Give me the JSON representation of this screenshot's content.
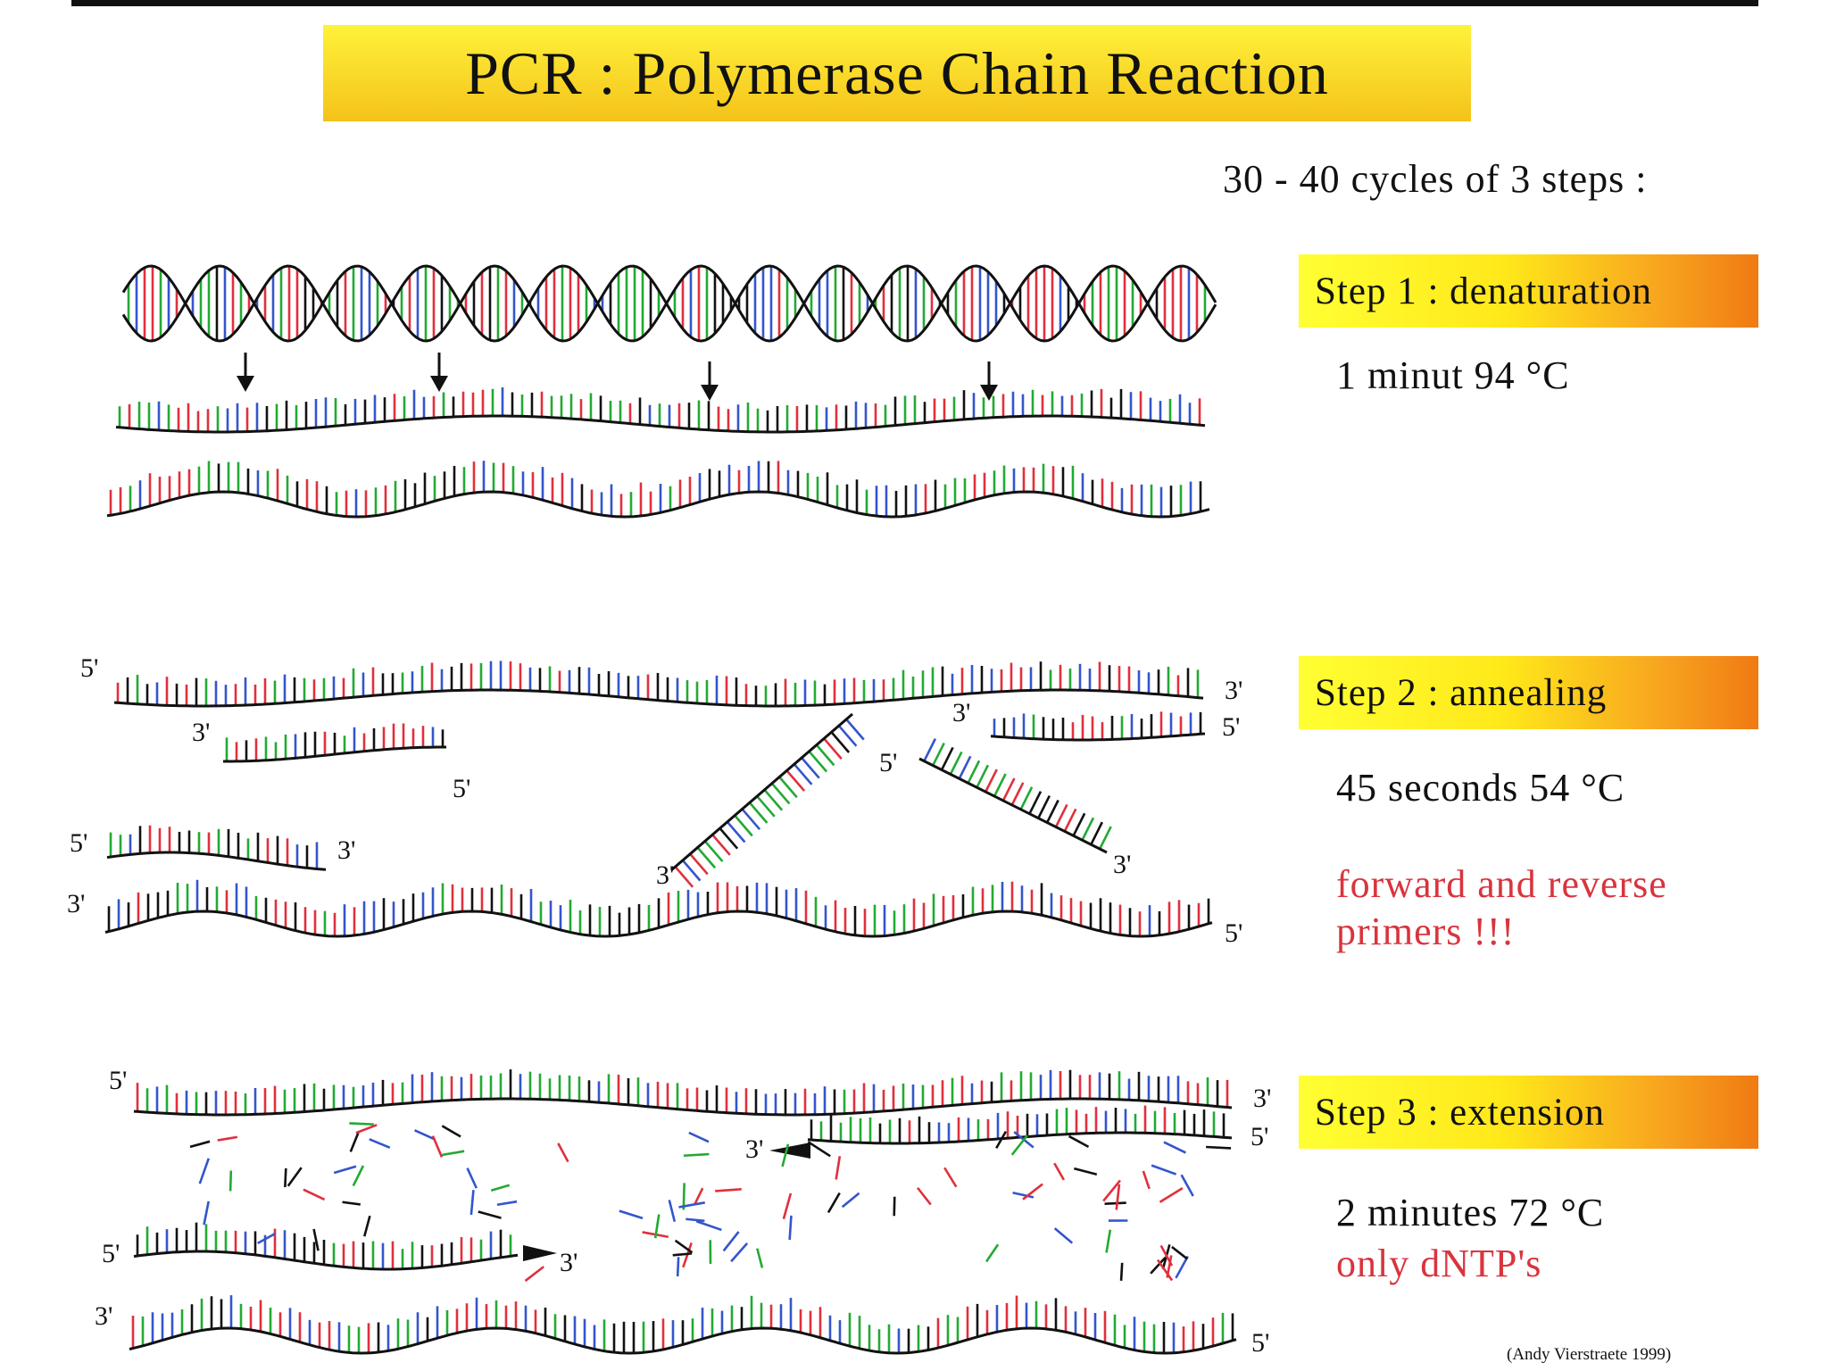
{
  "title": "PCR : Polymerase Chain Reaction",
  "subtitle": "30 - 40 cycles of 3 steps :",
  "steps": [
    {
      "label": "Step 1 : denaturation",
      "time_temp": "1 minut 94 °C"
    },
    {
      "label": "Step 2 : annealing",
      "time_temp": "45 seconds 54 °C",
      "note_line1": "forward and reverse",
      "note_line2": "primers !!!"
    },
    {
      "label": "Step 3 : extension",
      "time_temp": "2 minutes 72 °C",
      "note": "only dNTP's"
    }
  ],
  "end_labels": {
    "five": "5'",
    "three": "3'"
  },
  "credit": "(Andy Vierstraete 1999)",
  "colors": {
    "title_bg": "#f9dd2a",
    "note_red": "#d9343e",
    "base_red": "#e0303c",
    "base_green": "#22aa33",
    "base_blue": "#3355cc",
    "base_black": "#111111"
  }
}
